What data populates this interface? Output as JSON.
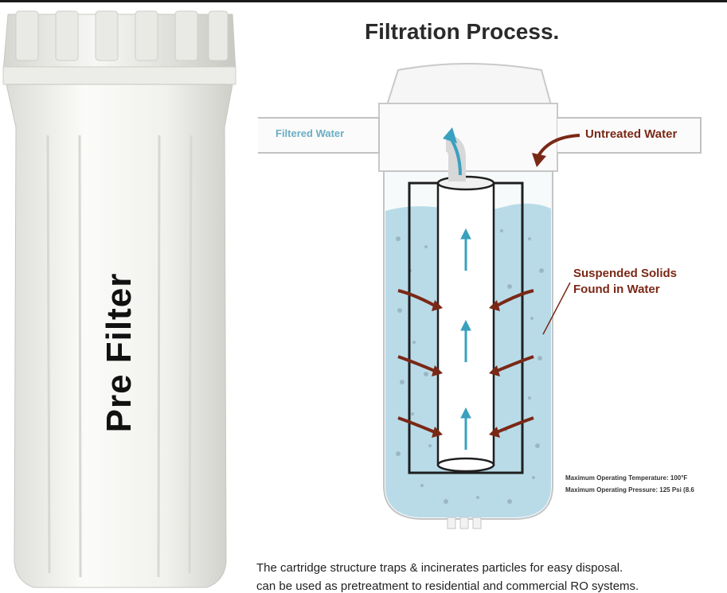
{
  "title": "Filtration Process.",
  "product_label": "Pre Filter",
  "labels": {
    "filtered_water": "Filtered Water",
    "untreated_water": "Untreated Water",
    "suspended_solids_line1": "Suspended Solids",
    "suspended_solids_line2": "Found in Water"
  },
  "specs": {
    "max_temp": "Maximum Operating Temperature: 100°F",
    "max_pressure": "Maximum Operating Pressure: 125 Psi (8.6"
  },
  "caption": {
    "line1": "The cartridge structure traps & incinerates particles for easy disposal.",
    "line2": "can be used as pretreatment to residential and commercial RO systems."
  },
  "colors": {
    "water": "#b9dbe8",
    "arrow_dark_red": "#7a2816",
    "arrow_teal": "#3aa0bf",
    "housing_white": "#f4f4f2"
  }
}
